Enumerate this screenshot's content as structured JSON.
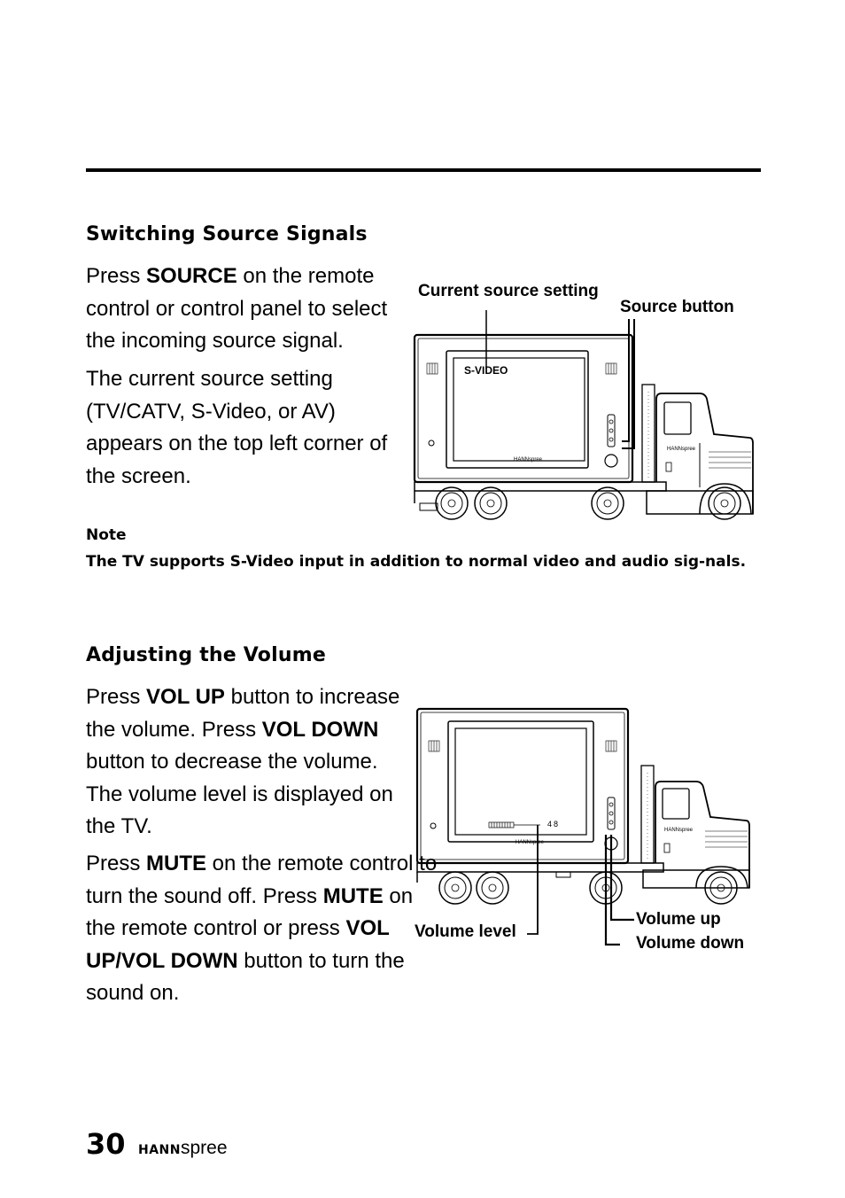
{
  "section1": {
    "heading": "Switching Source Signals",
    "para1": {
      "before": "Press ",
      "bold1": "SOURCE",
      "after": " on the remote control or control panel to select the incoming source signal."
    },
    "para2": "The current source setting (TV/CATV, S-Video, or AV) appears on the top left corner of the screen.",
    "figure": {
      "screen_text": "S-VIDEO",
      "callout_current_source": "Current source setting",
      "callout_source_button": "Source button",
      "tv_brand": "HANNspree",
      "cab_brand": "HANNspree"
    }
  },
  "note": {
    "label": "Note",
    "text": "The TV supports S-Video input in addition to normal video and audio sig-nals."
  },
  "section2": {
    "heading": "Adjusting the Volume",
    "para1": {
      "t1": "Press ",
      "b1": "VOL UP",
      "t2": " button to increase the volume. Press ",
      "b2": "VOL DOWN",
      "t3": " button to decrease the volume. The volume level is displayed on the TV."
    },
    "para2": {
      "t1": "Press ",
      "b1": "MUTE",
      "t2": " on the remote control to turn the sound off. Press ",
      "b2": "MUTE",
      "t3": " on the remote control or press ",
      "b3": "VOL UP/VOL DOWN",
      "t4": " button to turn the sound on."
    },
    "figure": {
      "volume_value": "48",
      "callout_volume_level": "Volume level",
      "callout_volume_up": "Volume up",
      "callout_volume_down": "Volume down",
      "tv_brand": "HANNspree",
      "cab_brand": "HANNspree"
    }
  },
  "footer": {
    "page_number": "30",
    "brand_bold": "HANN",
    "brand_light": "spree"
  }
}
